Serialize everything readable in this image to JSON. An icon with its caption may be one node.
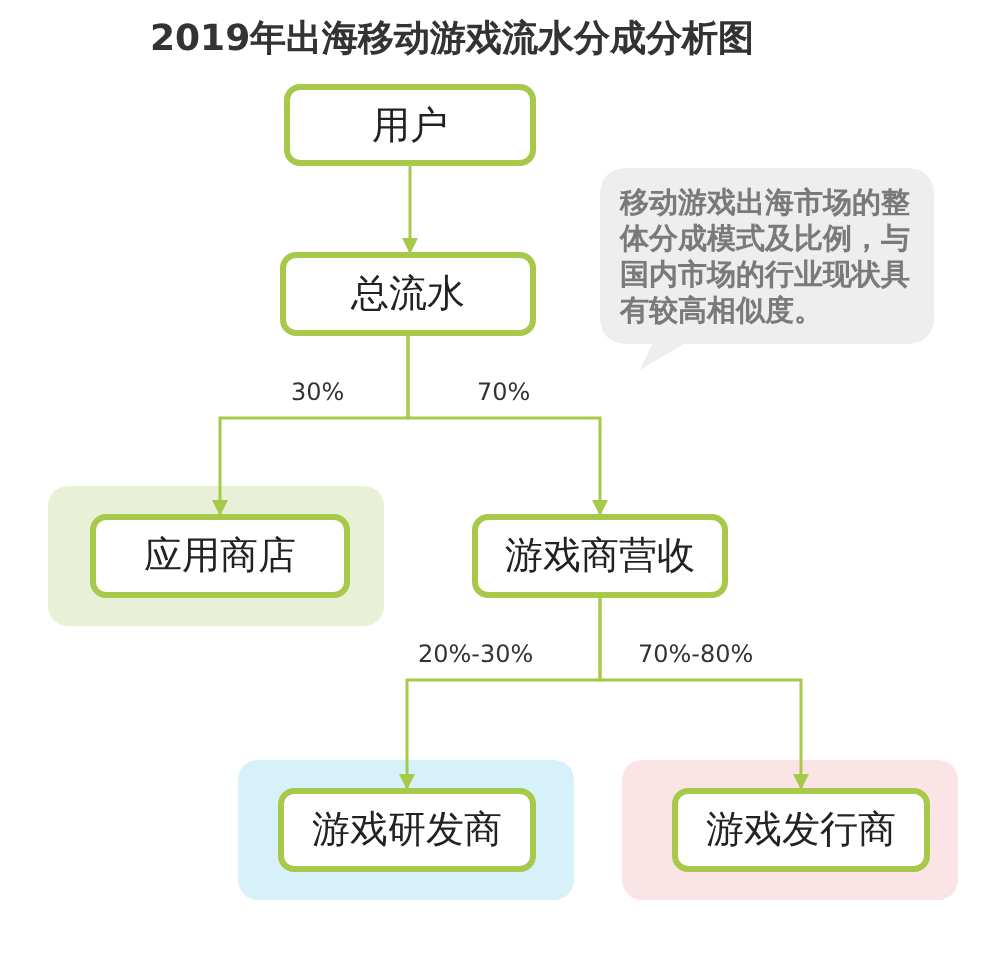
{
  "diagram": {
    "title": "2019年出海移动游戏流水分成分析图",
    "nodes": [
      {
        "text": [
          "用户"
        ]
      },
      {
        "text": [
          "总流水"
        ]
      },
      {
        "text": [
          "应用商店"
        ]
      },
      {
        "text": [
          "游戏商营收"
        ]
      },
      {
        "text": [
          "游戏研发商"
        ]
      },
      {
        "text": [
          "游戏发行商"
        ]
      },
      {
        "text": [
          "移动游戏出海市场的整体分成模式及比例，与国内市场的行业现状具有较高相似度。"
        ]
      }
    ],
    "edges": [
      {
        "from": 0,
        "to": 1,
        "arrow": "to"
      },
      {
        "from": 1,
        "to": 2,
        "arrow": "to",
        "label": "30%"
      },
      {
        "from": 1,
        "to": 3,
        "arrow": "to",
        "label": "70%"
      },
      {
        "from": 3,
        "to": 4,
        "arrow": "to",
        "label": "20%-30%"
      },
      {
        "from": 3,
        "to": 5,
        "arrow": "to",
        "label": "70%-80%"
      }
    ]
  }
}
